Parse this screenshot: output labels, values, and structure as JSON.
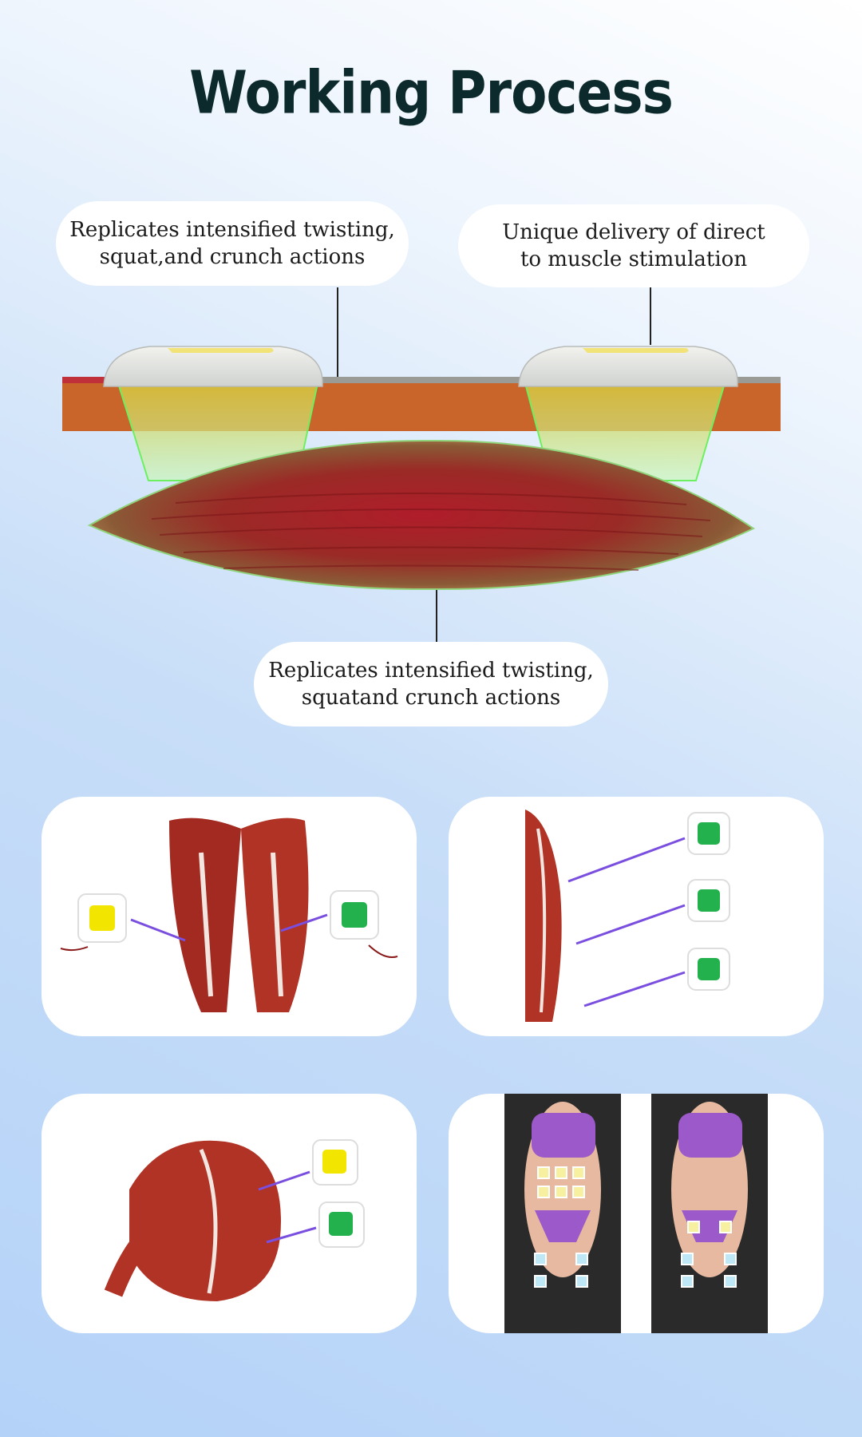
{
  "title": "Working Process",
  "callouts": {
    "top_left": "Replicates intensified twisting,\nsquat,and crunch actions",
    "top_right": "Unique delivery of direct\nto muscle stimulation",
    "bottom": "Replicates intensified twisting,\nsquatand crunch actions"
  },
  "colors": {
    "title": "#0c2a2c",
    "muscle": "#a8222a",
    "electrode_green": "#22b14c",
    "electrode_yellow": "#f2e600",
    "arrow": "#7a4fe0",
    "skin_layer": "#c9652a"
  },
  "images": [
    {
      "name": "thigh-muscles-illustration"
    },
    {
      "name": "abdominal-side-muscles-illustration"
    },
    {
      "name": "gluteal-muscles-illustration"
    },
    {
      "name": "body-front-back-electrodes-photo"
    }
  ]
}
